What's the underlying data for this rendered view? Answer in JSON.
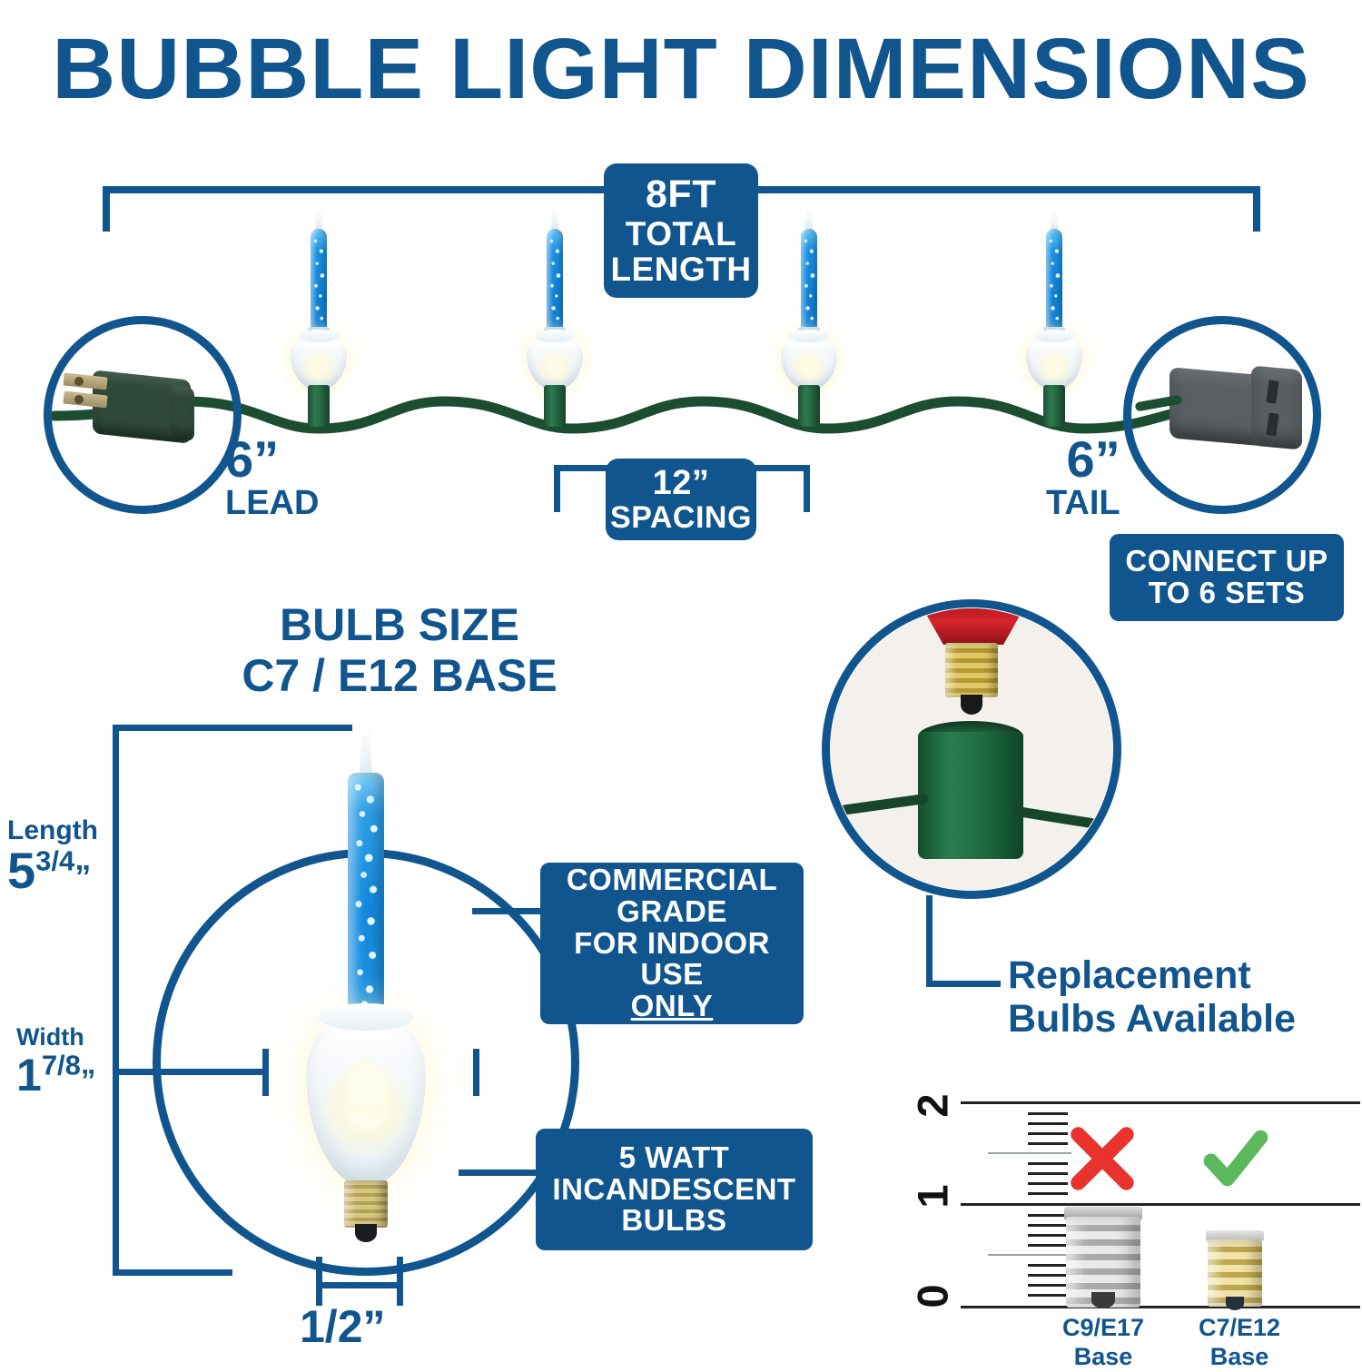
{
  "title": "BUBBLE LIGHT DIMENSIONS",
  "colors": {
    "brand_blue": "#11558F",
    "wire_green": "#16452c",
    "bubble_blue": "#1389dd",
    "x_red": "#e8342c",
    "check_green": "#5cb85c"
  },
  "string_section": {
    "total_length_badge": {
      "value": "8FT",
      "line2": "TOTAL",
      "line3": "LENGTH"
    },
    "lead": {
      "value": "6”",
      "label": "LEAD"
    },
    "tail": {
      "value": "6”",
      "label": "TAIL"
    },
    "spacing_badge": {
      "value": "12”",
      "label": "SPACING"
    },
    "connect_badge": {
      "line1": "CONNECT UP",
      "line2": "TO 6 SETS"
    },
    "plug_icon": "plug-icon",
    "socket_icon": "female-connector-icon",
    "bulb_count": 4
  },
  "bulb_section": {
    "heading_line1": "BULB SIZE",
    "heading_line2": "C7  /  E12 BASE",
    "length": {
      "label": "Length",
      "whole": "5",
      "fraction": "3/4",
      "unit": "”"
    },
    "width": {
      "label": "Width",
      "whole": "1",
      "fraction": "7/8",
      "unit": "”"
    },
    "base_diameter": "1/2”",
    "callout_commercial": {
      "line1": "COMMERCIAL",
      "line2": "GRADE",
      "line3": "FOR INDOOR",
      "line4_pre": "USE ",
      "line4_underlined": "ONLY"
    },
    "callout_watt": {
      "line1": "5 WATT",
      "line2": "INCANDESCENT",
      "line3": "BULBS"
    }
  },
  "replacement_section": {
    "heading_line1": "Replacement",
    "heading_line2": "Bulbs Available",
    "photo_icon": "bulb-in-socket-photo"
  },
  "ruler_chart": {
    "axis_labels": [
      "2",
      "1",
      "0"
    ],
    "items": [
      {
        "caption_line1": "C9/E17",
        "caption_line2": "Base",
        "mark": "x",
        "mark_icon": "red-x-icon",
        "height_in": 1.0
      },
      {
        "caption_line1": "C7/E12",
        "caption_line2": "Base",
        "mark": "check",
        "mark_icon": "green-check-icon",
        "height_in": 0.72
      }
    ],
    "unit": "inches",
    "range": [
      0,
      2
    ]
  }
}
